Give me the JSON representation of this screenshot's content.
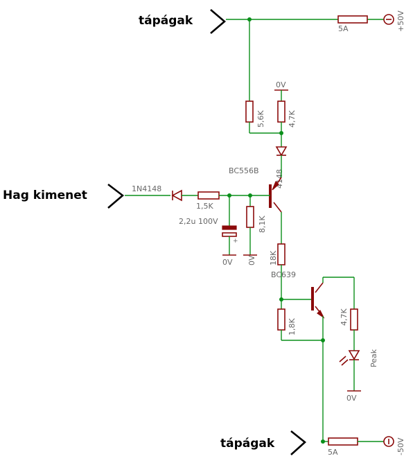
{
  "ports": {
    "supply_top": "tápágak",
    "input": "Hag kimenet",
    "supply_bottom": "tápágak"
  },
  "rails": {
    "positive": "+50V",
    "negative": "-50V"
  },
  "fuses": {
    "top": "5A",
    "bottom": "5A"
  },
  "resistors": {
    "r_5k6": "5,6K",
    "r_4k7_top": "4,7K",
    "r_1k5": "1,5K",
    "r_8k1": "8,1K",
    "r_18k": "18K",
    "r_1k8": "1,8K",
    "r_4k7_led": "4,7K"
  },
  "semiconductors": {
    "diode_input": "1N4148",
    "diode_bias": "4148",
    "transistor_pnp": "BC556B",
    "transistor_npn": "BC639",
    "led": "Peak"
  },
  "capacitor": "2,2u 100V",
  "grounds": {
    "top": "0V",
    "cap": "0V",
    "r8k1": "0V",
    "led": "0V"
  }
}
